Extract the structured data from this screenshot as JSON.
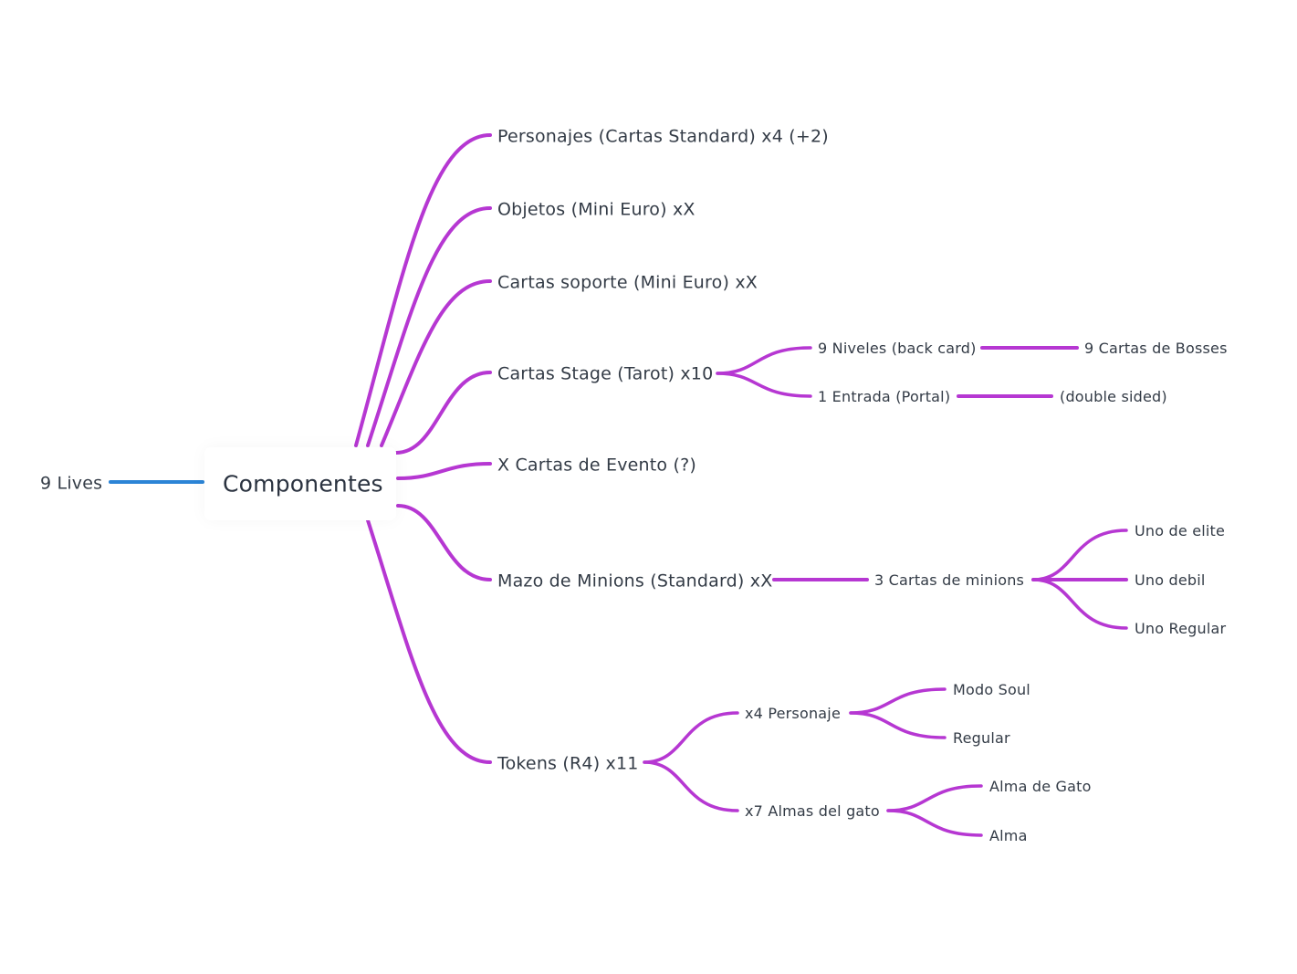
{
  "colors": {
    "root_connector": "#2b84d6",
    "branch": "#b637d2",
    "text": "#333b46"
  },
  "mindmap": {
    "root": "9 Lives",
    "center": "Componentes",
    "branches": [
      {
        "label": "Personajes (Cartas Standard) x4 (+2)"
      },
      {
        "label": "Objetos (Mini Euro) xX"
      },
      {
        "label": "Cartas soporte (Mini Euro) xX"
      },
      {
        "label": "Cartas Stage (Tarot) x10",
        "children": [
          {
            "label": "9 Niveles (back card)",
            "children": [
              {
                "label": "9 Cartas de Bosses"
              }
            ]
          },
          {
            "label": "1 Entrada (Portal)",
            "children": [
              {
                "label": "(double sided)"
              }
            ]
          }
        ]
      },
      {
        "label": "X Cartas de Evento (?)"
      },
      {
        "label": "Mazo de Minions (Standard) xX",
        "children": [
          {
            "label": "3 Cartas de minions",
            "children": [
              {
                "label": "Uno de elite"
              },
              {
                "label": "Uno debil"
              },
              {
                "label": "Uno Regular"
              }
            ]
          }
        ]
      },
      {
        "label": "Tokens (R4) x11",
        "children": [
          {
            "label": "x4 Personaje",
            "children": [
              {
                "label": "Modo Soul"
              },
              {
                "label": "Regular"
              }
            ]
          },
          {
            "label": "x7 Almas del gato",
            "children": [
              {
                "label": "Alma de Gato"
              },
              {
                "label": "Alma"
              }
            ]
          }
        ]
      }
    ]
  }
}
